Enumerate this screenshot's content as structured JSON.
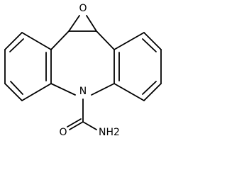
{
  "molecule": {
    "atom_labels": {
      "oxygen_epoxide": "O",
      "nitrogen_ring": "N",
      "oxygen_carbonyl": "O",
      "amine": "NH2"
    }
  }
}
